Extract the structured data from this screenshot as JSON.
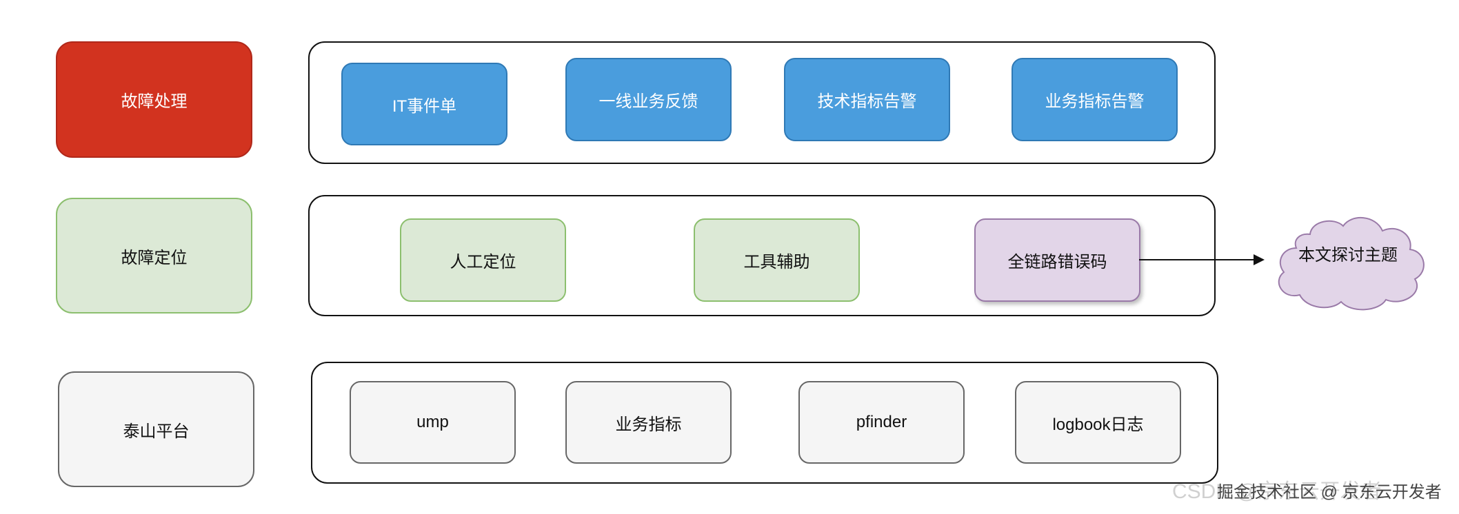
{
  "rows": [
    {
      "label": "故障处理",
      "items": [
        "IT事件单",
        "一线业务反馈",
        "技术指标告警",
        "业务指标告警"
      ]
    },
    {
      "label": "故障定位",
      "items": [
        "人工定位",
        "工具辅助",
        "全链路错误码"
      ]
    },
    {
      "label": "泰山平台",
      "items": [
        "ump",
        "业务指标",
        "pfinder",
        "logbook日志"
      ]
    }
  ],
  "cloud": {
    "text": "本文探讨主题"
  },
  "watermark": {
    "bg": "CSDN @京东云开发者",
    "fg": "掘金技术社区 @ 京东云开发者"
  },
  "colors": {
    "red": "#d2331f",
    "blue": "#4a9ddd",
    "green": "#dce9d6",
    "purple": "#e2d5e8",
    "gray": "#f5f5f5"
  }
}
